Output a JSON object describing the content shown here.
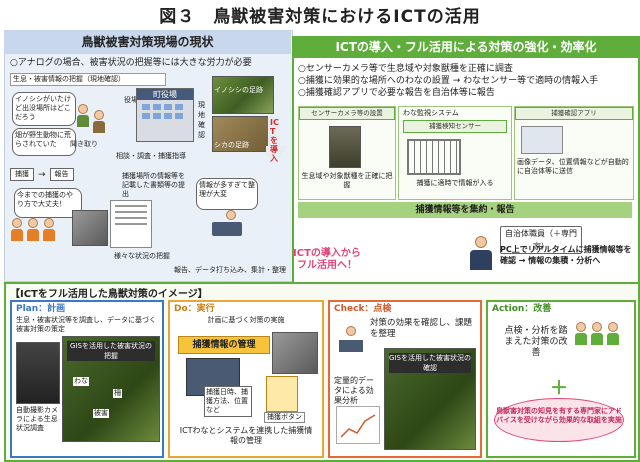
{
  "title": "図３　鳥獣被害対策におけるICTの活用",
  "left_panel": {
    "header": "鳥獣被害対策現場の現状",
    "bullet": "○アナログの場合、被害状況の把握等には大きな労力が必要",
    "survey_label": "生息・被害情報の把握（現地確認）",
    "speech1": "イノシシがいたけど出没場所はどこだろう",
    "speech2": "畑が野生動物に荒らされていた",
    "hearing": "聞き取り",
    "office_label": "役場",
    "town_hall": "町役場",
    "site_check": "現地確認",
    "photo_label1": "イノシシの足跡",
    "photo_label2": "シカの足跡",
    "survey_caption": "相談・調査・捕獲指導",
    "capture": "捕獲",
    "report": "報告",
    "hunter_speech": "今までの捕獲のやり方で大丈夫！",
    "data_note": "捕獲場所の情報等を記載した書類等の提出",
    "staff_speech": "情報が多すぎて整理が大変",
    "bottom_caption": "様々な状況の把握",
    "entry_caption": "報告、データ打ち込み、集計・整理"
  },
  "arrow_ict": "ICTを導入",
  "right_panel": {
    "header": "ICTの導入・フル活用による対策の強化・効率化",
    "bullets": [
      "○センサーカメラ等で生息域や対象獣種を正確に調査",
      "○捕獲に効果的な場所へのわなの設置 → わなセンサー等で適時の情報入手",
      "○捕獲確認アプリで必要な報告を自治体等に報告"
    ],
    "box1_title": "センサーカメラ等の設置",
    "box1_caption": "生息域や対象獣種を正確に把握",
    "box2_title": "わな監視システム",
    "box2_sub": "捕獲検知センサー",
    "box2_caption": "捕獲に適時で情報が入る",
    "box3_title": "捕獲確認アプリ",
    "box3_caption": "画像データ、位置情報などが自動的に自治体等に送信",
    "aggregate_bar": "捕獲情報等を集約・報告",
    "official": "自治体職員（＋専門家）",
    "official_text": "PC上でリアルタイムに捕獲情報等を確認 → 情報の集積・分析へ"
  },
  "bottom_panel": {
    "heading": "【ICTをフル活用した鳥獣対策のイメージ】",
    "center_arrow": "ICTの導入からフル活用へ！",
    "plan": {
      "label": "Plan：計画",
      "text": "生息・被害状況等を調査し、データに基づく被害対策の策定",
      "gis": "GISを活用した被害状況の把握",
      "camera": "自動撮影カメラによる生息状況調査",
      "map_labels": [
        "わな",
        "柵",
        "被害"
      ]
    },
    "do": {
      "label": "Do：実行",
      "text": "計画に基づく対策の実施",
      "mgmt": "捕獲情報の管理",
      "form": "捕獲日時、捕獲方法、位置など",
      "button": "捕獲ボタン",
      "caption": "ICTわなとシステムを連携した捕獲情報の管理"
    },
    "check": {
      "label": "Check：点検",
      "text": "対策の効果を確認し、課題を整理",
      "gis": "GISを活用した被害状況の確認",
      "quant": "定量的データによる効果分析"
    },
    "action": {
      "label": "Action：改善",
      "text": "点検・分析を踏まえた対策の改善",
      "expert": "鳥獣害対策の知見を有する専門家にアドバイスを受けながら効果的な取組を実施"
    }
  },
  "colors": {
    "green": "#5fae3b",
    "blue": "#3a78c8",
    "orange": "#e8a63a",
    "red": "#e46a3a",
    "pink": "#e0457a"
  }
}
